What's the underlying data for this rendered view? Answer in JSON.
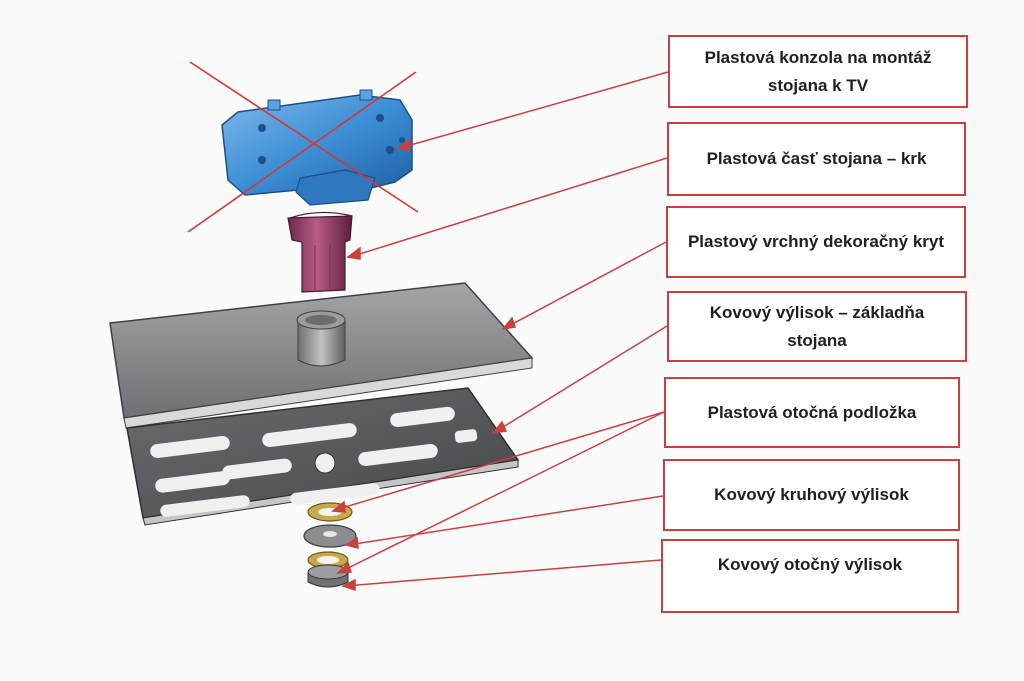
{
  "labels": [
    {
      "id": "bracket",
      "text": "Plastová konzola na montáž stojana k TV"
    },
    {
      "id": "neck",
      "text": "Plastová časť stojana – krk"
    },
    {
      "id": "cover",
      "text": "Plastový vrchný dekoračný kryt"
    },
    {
      "id": "base",
      "text": "Kovový výlisok – základňa stojana"
    },
    {
      "id": "pad",
      "text": "Plastová otočná podložka"
    },
    {
      "id": "ring",
      "text": "Kovový kruhový výlisok"
    },
    {
      "id": "swivel",
      "text": "Kovový otočný výlisok"
    }
  ],
  "colors": {
    "leader_line": "#c9403f",
    "box_border": "#c9403f",
    "cross_out": "#d9352f",
    "bracket": "#3d8fd6",
    "neck": "#a34a72",
    "metal": "#8b8d90"
  },
  "icons": [
    "x-cross-out-mark"
  ]
}
